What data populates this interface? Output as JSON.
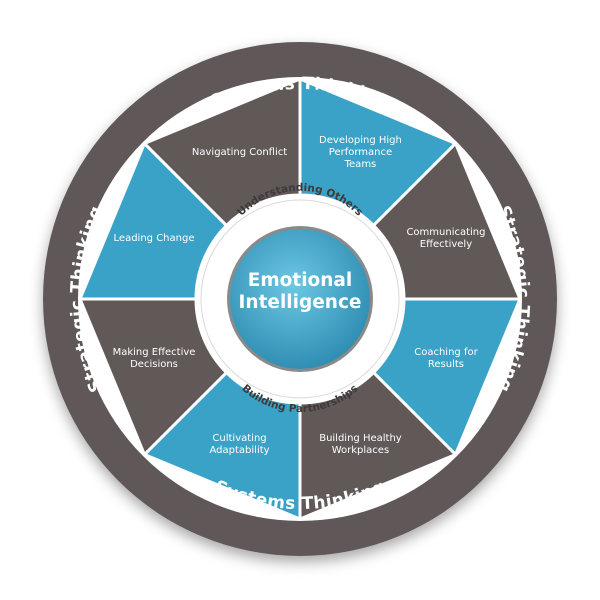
{
  "ring": {
    "top": "Systems Thinking",
    "bottom": "Systems Thinking",
    "left": "Strategic Thinking",
    "right": "Strategic Thinking"
  },
  "inner_band": {
    "top": "Understanding Others",
    "bottom": "Building Partnerships"
  },
  "center": {
    "line1": "Emotional",
    "line2": "Intelligence"
  },
  "segments": [
    {
      "label": "Developing High Performance Teams",
      "color": "#3aa2c6"
    },
    {
      "label": "Communicating Effectively",
      "color": "#615858"
    },
    {
      "label": "Coaching for Results",
      "color": "#3aa2c6"
    },
    {
      "label": "Building Healthy Workplaces",
      "color": "#615858"
    },
    {
      "label": "Cultivating Adaptability",
      "color": "#3aa2c6"
    },
    {
      "label": "Making Effective Decisions",
      "color": "#615858"
    },
    {
      "label": "Leading Change",
      "color": "#3aa2c6"
    },
    {
      "label": "Navigating Conflict",
      "color": "#615858"
    }
  ],
  "colors": {
    "outer_ring": "#615858",
    "blue": "#3aa2c6",
    "dark": "#615858",
    "divider": "#ffffff",
    "center_light": "#5fc0df",
    "center_dark": "#2e8fb2"
  }
}
